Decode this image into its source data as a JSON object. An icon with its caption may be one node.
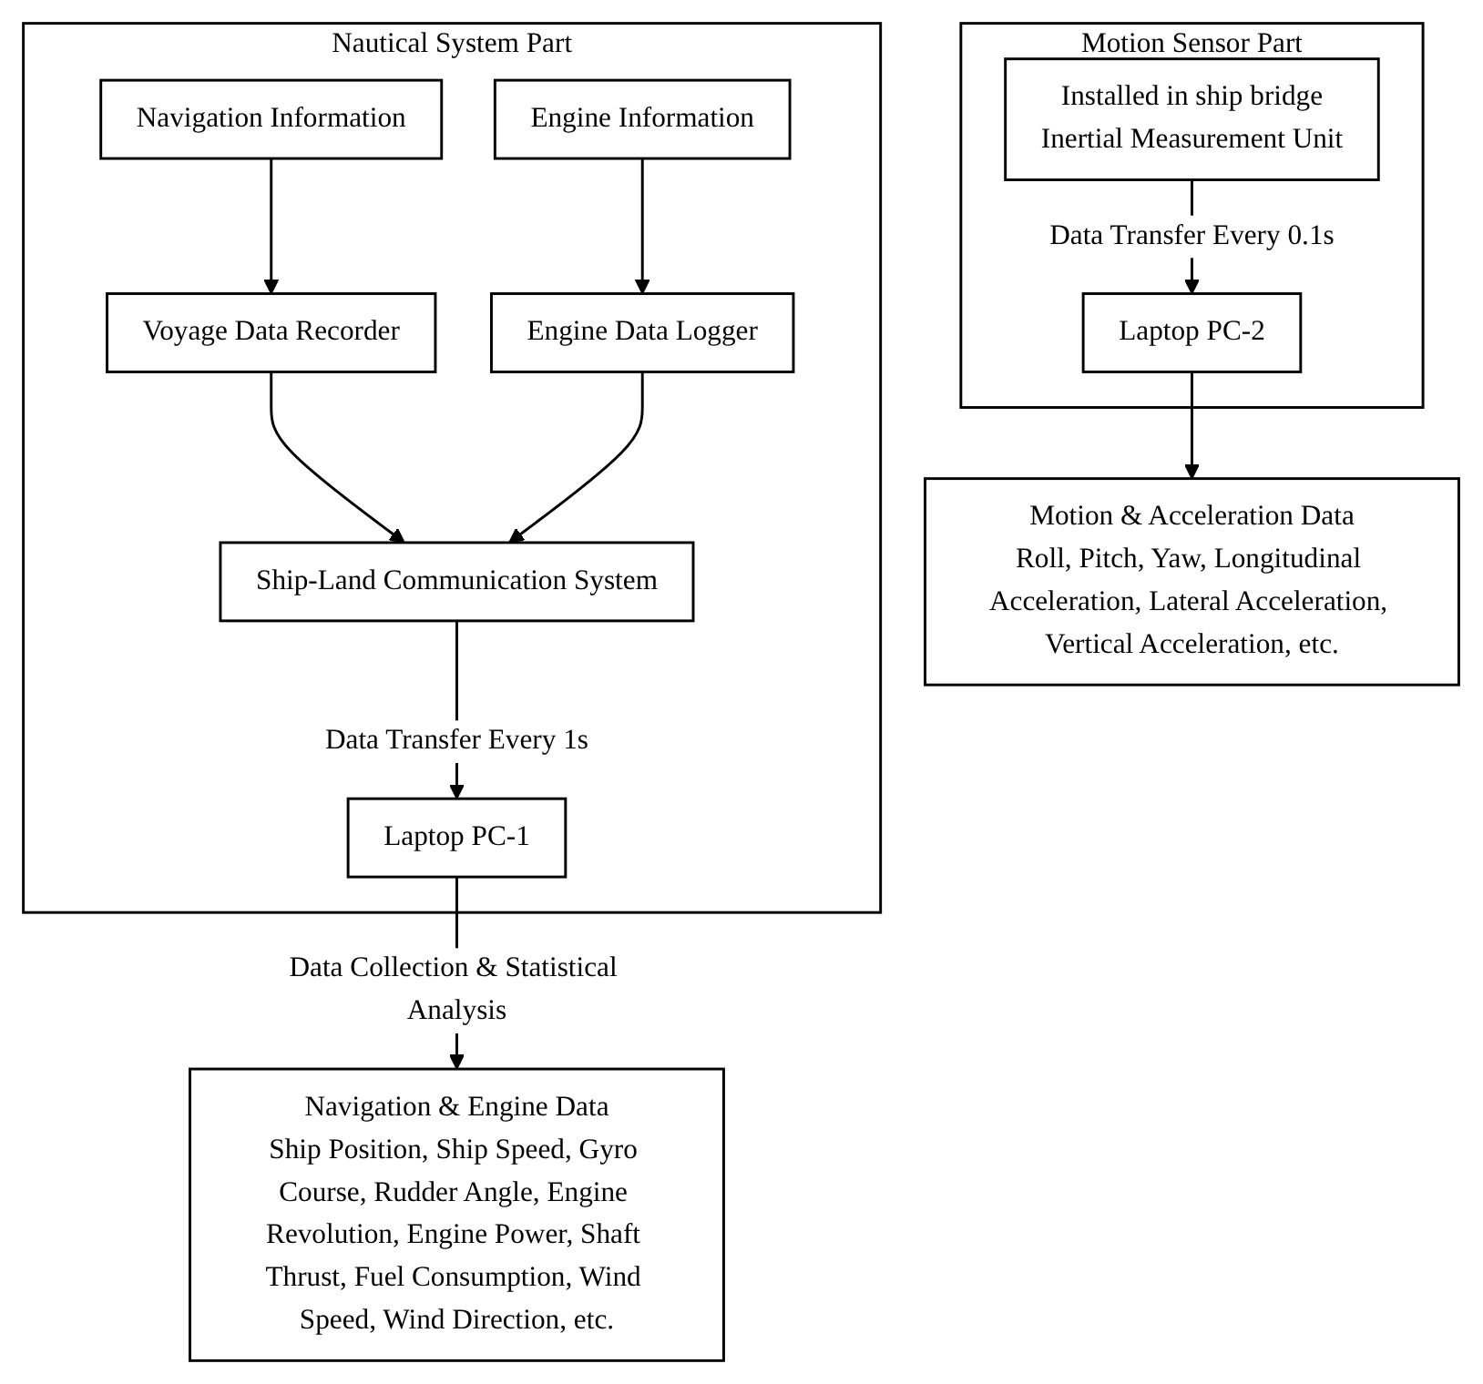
{
  "diagram": {
    "nodes": [
      {
        "text": [
          "Nautical System Part"
        ]
      },
      {
        "text": [
          "Navigation Information"
        ],
        "in": 0
      },
      {
        "text": [
          "Engine Information"
        ],
        "in": 0
      },
      {
        "text": [
          "Voyage Data Recorder"
        ],
        "in": 0
      },
      {
        "text": [
          "Engine Data Logger"
        ],
        "in": 0
      },
      {
        "text": [
          "Ship-Land Communication System"
        ],
        "in": 0
      },
      {
        "text": [
          "Laptop PC-1"
        ],
        "in": 0
      },
      {
        "text": [
          "Motion Sensor Part"
        ]
      },
      {
        "text": [
          "Installed in ship bridge",
          "Inertial Measurement Unit"
        ],
        "in": 7
      },
      {
        "text": [
          "Laptop PC-2"
        ],
        "in": 7
      },
      {
        "text": [
          "Navigation & Engine Data",
          "Ship Position, Ship Speed, Gyro Course, Rudder Angle, Engine Revolution, Engine Power, Shaft Thrust, Fuel Consumption, Wind Speed, Wind Direction, etc."
        ]
      },
      {
        "text": [
          "Motion & Acceleration Data",
          "Roll, Pitch, Yaw, Longitudinal Acceleration, Lateral Acceleration, Vertical Acceleration, etc."
        ]
      }
    ],
    "edges": [
      {
        "from": 1,
        "to": 3,
        "arrow": "to"
      },
      {
        "from": 2,
        "to": 4,
        "arrow": "to"
      },
      {
        "from": 3,
        "to": 5,
        "arrow": "to"
      },
      {
        "from": 4,
        "to": 5,
        "arrow": "to"
      },
      {
        "from": 5,
        "to": 6,
        "arrow": "to",
        "label": "Data Transfer Every 1s"
      },
      {
        "from": 8,
        "to": 9,
        "arrow": "to",
        "label": "Data Transfer Every 0.1s"
      },
      {
        "from": 6,
        "to": 10,
        "arrow": "to",
        "label": "Data Collection & Statistical Analysis"
      },
      {
        "from": 9,
        "to": 11,
        "arrow": "to"
      }
    ]
  }
}
